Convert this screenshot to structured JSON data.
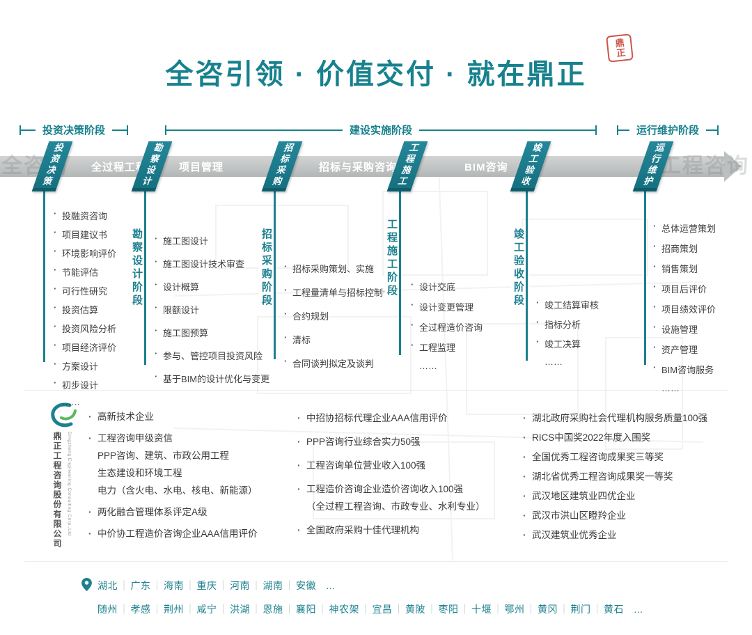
{
  "title": "全咨引领 · 价值交付 · 就在鼎正",
  "seal_text": "鼎正",
  "phases": [
    "投资决策阶段",
    "建设实施阶段",
    "运行维护阶段"
  ],
  "timeline": {
    "watermark_left": "全咨询",
    "watermark_right": "工程咨询",
    "band_labels": [
      "全过程工程",
      "项目管理",
      "招标与采购咨询",
      "BIM咨询"
    ],
    "ribbons": [
      "投资决策",
      "勘察设计",
      "招标采购",
      "工程施工",
      "竣工验收",
      "运行维护"
    ]
  },
  "columns": [
    {
      "label": "",
      "items": [
        "投融资咨询",
        "项目建议书",
        "环境影响评价",
        "节能评估",
        "可行性研究",
        "投资估算",
        "投资风险分析",
        "项目经济评价",
        "方案设计",
        "初步设计",
        "……"
      ]
    },
    {
      "label": "勘察设计阶段",
      "items": [
        "施工图设计",
        "施工图设计技术审查",
        "设计概算",
        "限额设计",
        "施工图预算",
        "参与、管控项目投资风险",
        "基于BIM的设计优化与变更"
      ]
    },
    {
      "label": "招标采购阶段",
      "items": [
        "招标采购策划、实施",
        "工程量清单与招标控制价",
        "合约规划",
        "清标",
        "合同谈判拟定及谈判"
      ]
    },
    {
      "label": "工程施工阶段",
      "items": [
        "设计交底",
        "设计变更管理",
        "全过程造价咨询",
        "工程监理",
        "……"
      ]
    },
    {
      "label": "竣工验收阶段",
      "items": [
        "竣工结算审核",
        "指标分析",
        "竣工决算",
        "……"
      ]
    },
    {
      "label": "",
      "items": [
        "总体运营策划",
        "招商策划",
        "销售策划",
        "项目后评价",
        "项目绩效评价",
        "设施管理",
        "资产管理",
        "BIM咨询服务",
        "……"
      ]
    }
  ],
  "company": {
    "name_cn": "鼎正工程咨询股份有限公司",
    "name_en": "Dingzheng Engineering Consulting Corp.,Ltd"
  },
  "credentials": {
    "col1": [
      "高新技术企业",
      "工程咨询甲级资信\nPPP咨询、建筑、市政公用工程\n生态建设和环境工程\n电力（含火电、水电、核电、新能源）",
      "两化融合管理体系评定A级",
      "中价协工程造价咨询企业AAA信用评价"
    ],
    "col2": [
      "中招协招标代理企业AAA信用评价",
      "PPP咨询行业综合实力50强",
      "工程咨询单位营业收入100强",
      "工程造价咨询企业造价咨询收入100强\n（全过程工程咨询、市政专业、水利专业）",
      "全国政府采购十佳代理机构"
    ],
    "col3": [
      "湖北政府采购社会代理机构服务质量100强",
      "RICS中国奖2022年度入围奖",
      "全国优秀工程咨询成果奖三等奖",
      "湖北省优秀工程咨询成果奖一等奖",
      "武汉地区建筑业四优企业",
      "武汉市洪山区瞪羚企业",
      "武汉建筑业优秀企业"
    ]
  },
  "locations": {
    "provinces": [
      "湖北",
      "广东",
      "海南",
      "重庆",
      "河南",
      "湖南",
      "安徽"
    ],
    "provinces_more": "...",
    "cities": [
      "随州",
      "孝感",
      "荆州",
      "咸宁",
      "洪湖",
      "恩施",
      "襄阳",
      "神农架",
      "宜昌",
      "黄陂",
      "枣阳",
      "十堰",
      "鄂州",
      "黄冈",
      "荆门",
      "黄石"
    ],
    "cities_more": "..."
  }
}
